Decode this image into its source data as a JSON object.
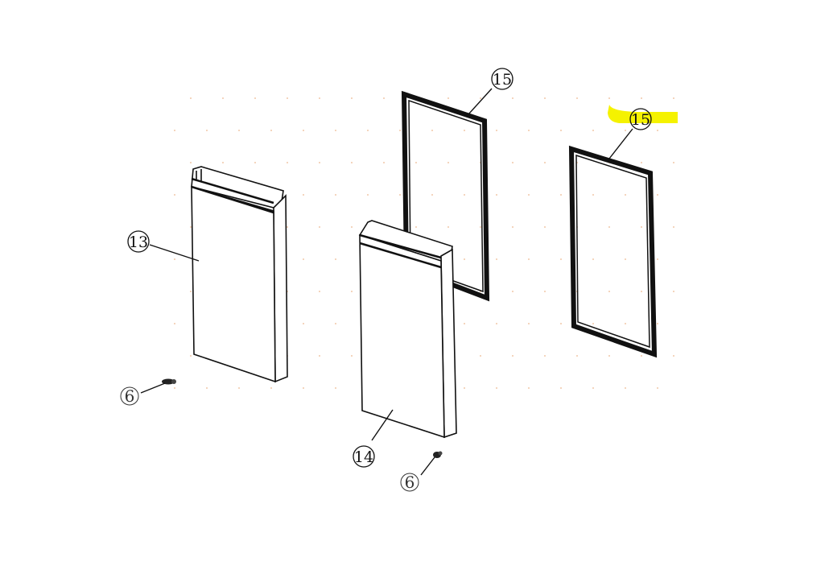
{
  "callouts": {
    "door_left": "13",
    "door_right": "14",
    "gasket_center": "15",
    "gasket_right": "15",
    "hinge_left": "6",
    "hinge_right": "6"
  },
  "colors": {
    "line": "#111111",
    "highlight": "#f5f200",
    "dot": "#f0c8a8"
  },
  "highlighted_callout": "gasket_right"
}
